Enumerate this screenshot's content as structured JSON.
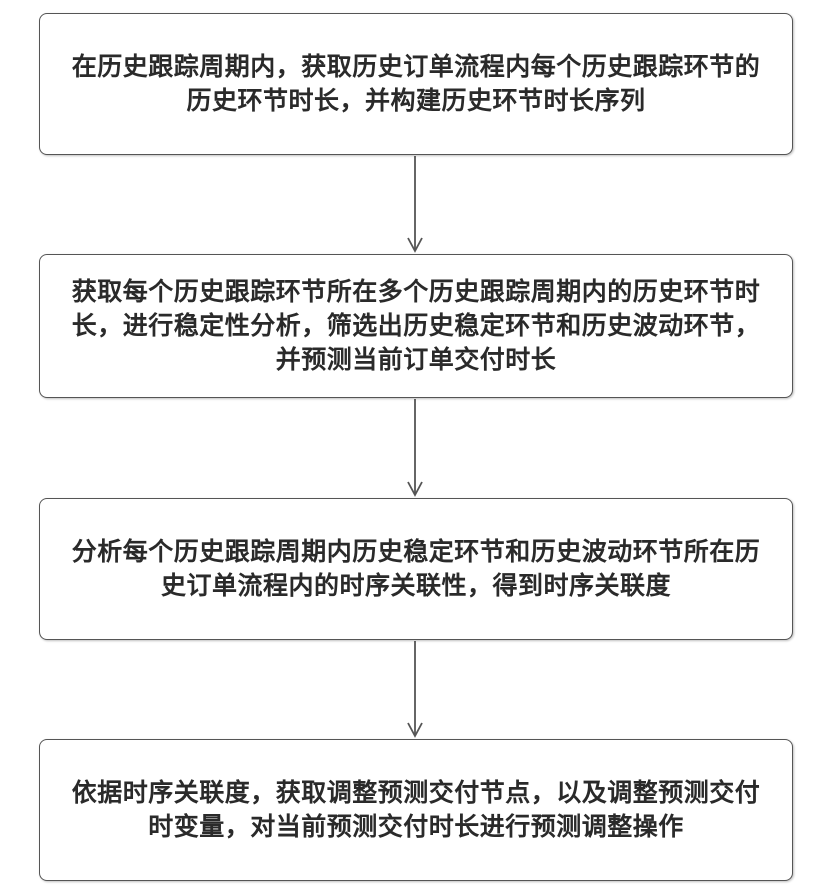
{
  "flow": {
    "steps": [
      {
        "text": "在历史跟踪周期内，获取历史订单流程内每个历史跟踪环节的历史环节时长，并构建历史环节时长序列"
      },
      {
        "text": "获取每个历史跟踪环节所在多个历史跟踪周期内的历史环节时长，进行稳定性分析，筛选出历史稳定环节和历史波动环节，并预测当前订单交付时长"
      },
      {
        "text": "分析每个历史跟踪周期内历史稳定环节和历史波动环节所在历史订单流程内的时序关联性，得到时序关联度"
      },
      {
        "text": "依据时序关联度，获取调整预测交付节点，以及调整预测交付时变量，对当前预测交付时长进行预测调整操作"
      }
    ]
  },
  "colors": {
    "border": "#555555",
    "text": "#2a2a2a",
    "arrow": "#555555"
  }
}
